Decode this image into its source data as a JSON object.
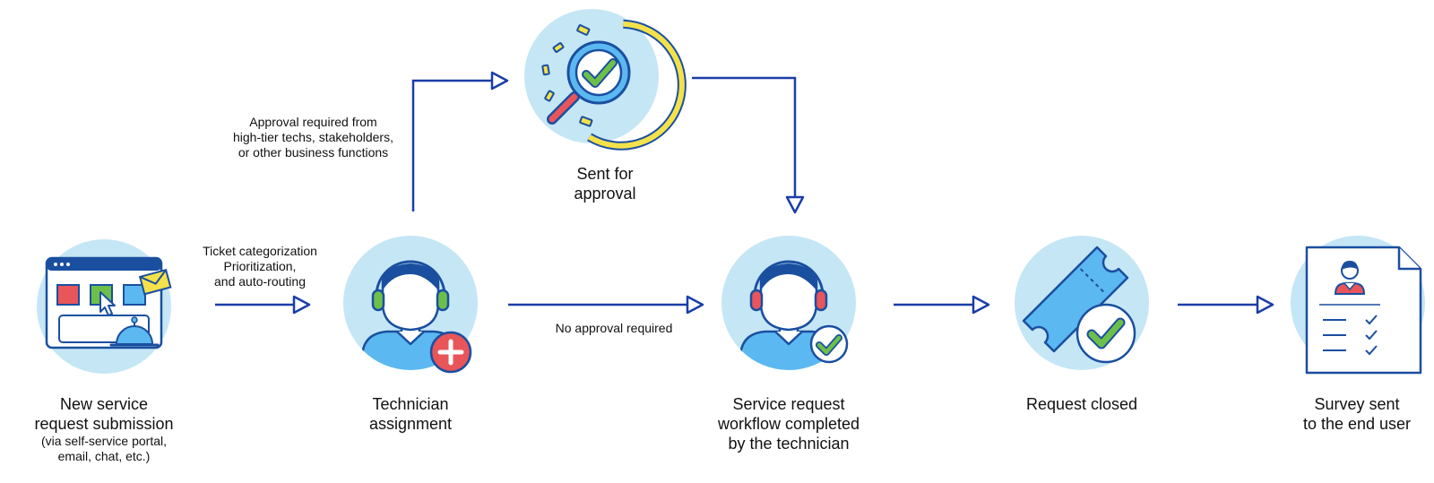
{
  "steps": {
    "new_request": {
      "title_lines": [
        "New service",
        "request submission"
      ],
      "sub_lines": [
        "(via self-service portal,",
        "email, chat, etc.)"
      ]
    },
    "technician": {
      "title_lines": [
        "Technician",
        "assignment"
      ]
    },
    "approval": {
      "title_lines": [
        "Sent for",
        "approval"
      ]
    },
    "completed": {
      "title_lines": [
        "Service request",
        "workflow completed",
        "by the technician"
      ]
    },
    "closed": {
      "title_lines": [
        "Request closed"
      ]
    },
    "survey": {
      "title_lines": [
        "Survey sent",
        "to the end user"
      ]
    }
  },
  "edges": {
    "routing": [
      "Ticket categorization",
      "Prioritization,",
      "and auto-routing"
    ],
    "approval_required": [
      "Approval required from",
      "high-tier techs, stakeholders,",
      "or other business functions"
    ],
    "no_approval": [
      "No approval required"
    ]
  },
  "colors": {
    "arrow": "#1a3ea8",
    "circle": "#c5e6f5",
    "dark_blue": "#1a4fa0",
    "light_blue": "#5cb8f0",
    "green": "#6cc04a",
    "red": "#e8555a",
    "yellow": "#f5e14a"
  },
  "icons": {
    "new_request": "browser-window-icon",
    "technician": "technician-add-icon",
    "approval": "magnifier-check-icon",
    "completed": "technician-check-icon",
    "closed": "ticket-check-icon",
    "survey": "survey-document-icon"
  }
}
